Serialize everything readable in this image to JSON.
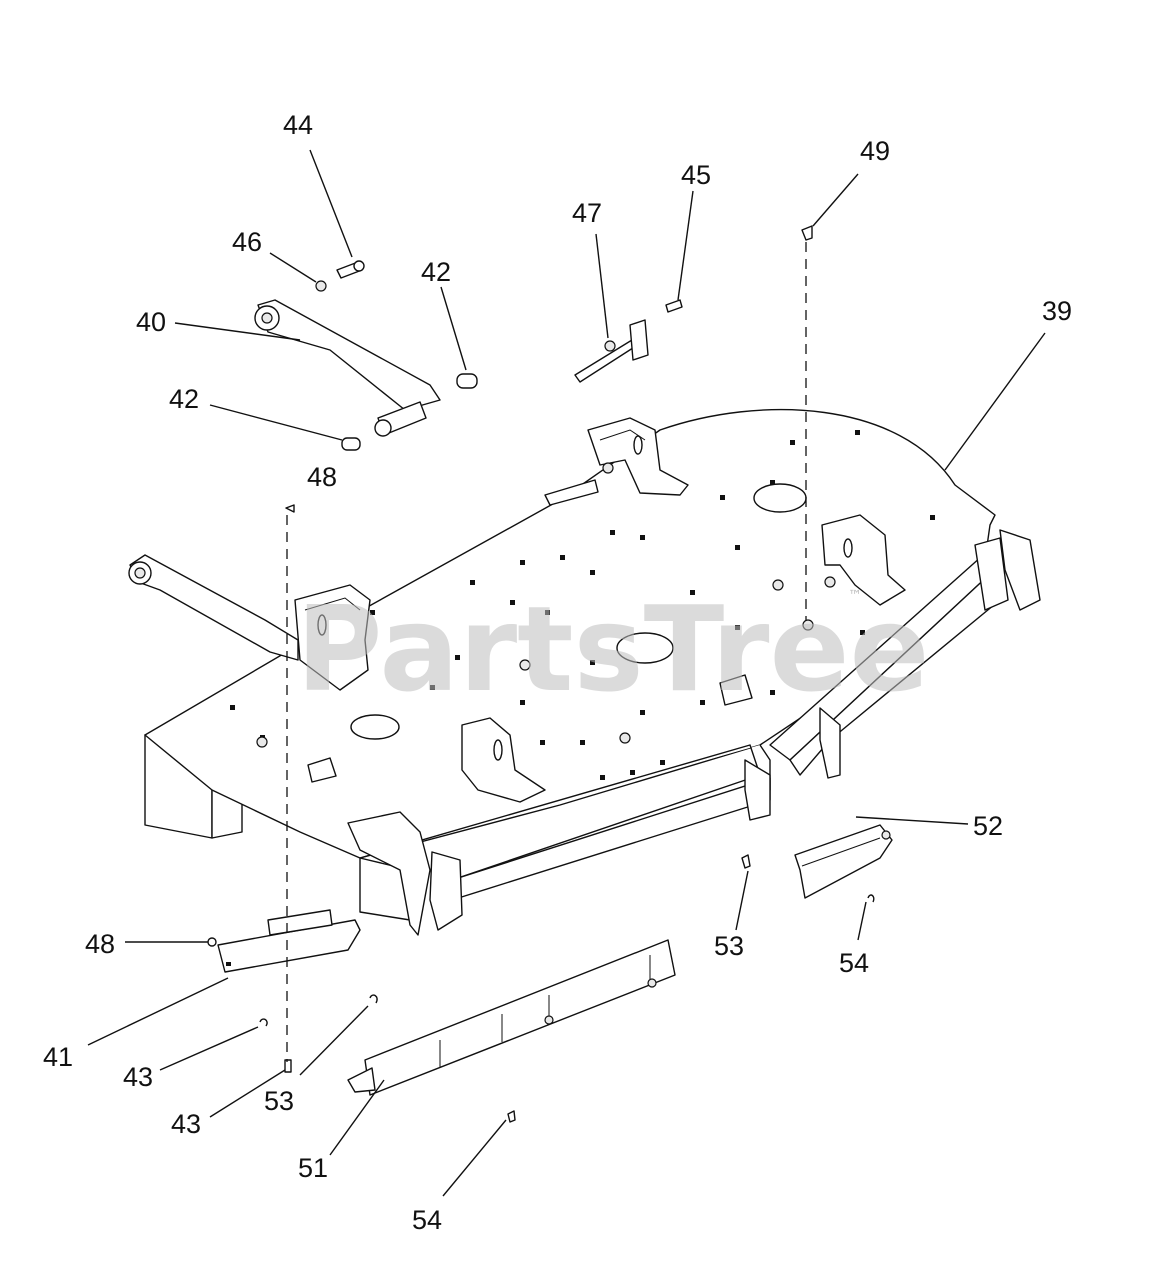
{
  "diagram": {
    "watermark": "PartsTree",
    "watermark_mark": "™",
    "callouts": [
      "44",
      "46",
      "42",
      "47",
      "45",
      "49",
      "40",
      "39",
      "42",
      "48",
      "52",
      "53",
      "48",
      "54",
      "41",
      "43",
      "53",
      "43",
      "51",
      "54"
    ]
  }
}
